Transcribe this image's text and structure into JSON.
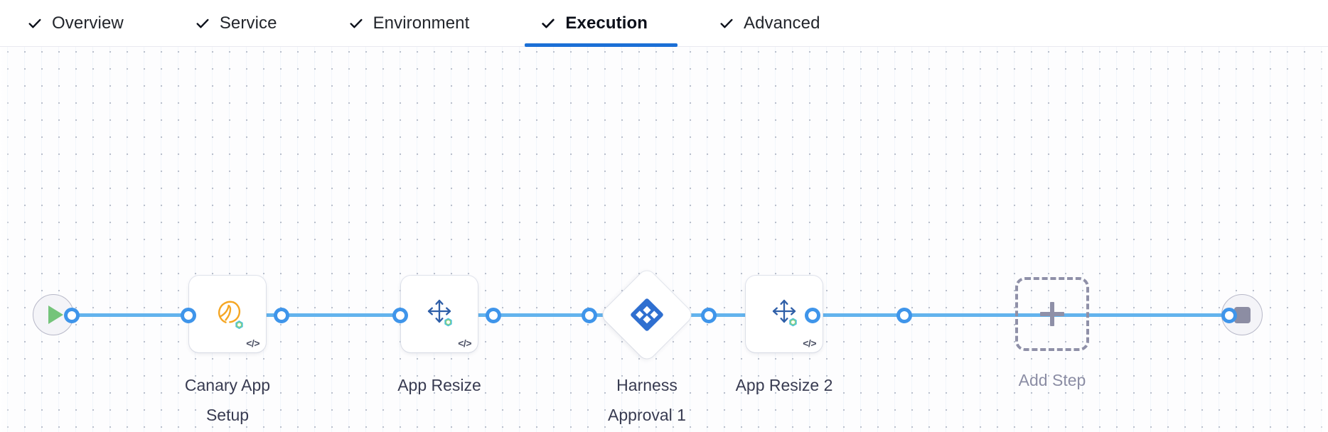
{
  "tabs": [
    {
      "label": "Overview",
      "icon": "check-icon",
      "active": false
    },
    {
      "label": "Service",
      "icon": "check-icon",
      "active": false
    },
    {
      "label": "Environment",
      "icon": "check-icon",
      "active": false
    },
    {
      "label": "Execution",
      "icon": "check-icon",
      "active": true
    },
    {
      "label": "Advanced",
      "icon": "check-icon",
      "active": false
    }
  ],
  "colors": {
    "accent_blue": "#1b6fd6",
    "pipe_blue": "#63b3ed",
    "dot_blue": "#3f95ea",
    "harness_blue": "#2f6fd0",
    "tanzu_orange": "#f5a623",
    "resize_navy": "#2f5fa8",
    "label_text": "#383b51",
    "muted_text": "#8b8da4",
    "dashed_border": "#8f90a8",
    "play_green": "#74c47a",
    "stop_gray": "#8c8da3"
  },
  "pipeline": {
    "start_node": {
      "name": "start-node",
      "icon": "play-icon"
    },
    "end_node": {
      "name": "end-node",
      "icon": "stop-icon"
    },
    "steps": [
      {
        "label": "Canary App\nSetup",
        "icon": "tanzu-app-icon",
        "type": "card",
        "code_badge": "</>",
        "has_code_badge": true
      },
      {
        "label": "App Resize",
        "icon": "resize-arrows-icon",
        "type": "card",
        "code_badge": "</>",
        "has_code_badge": true
      },
      {
        "label": "Harness\nApproval 1",
        "icon": "harness-logo-icon",
        "type": "diamond",
        "code_badge": "",
        "has_code_badge": false
      },
      {
        "label": "App Resize 2",
        "icon": "resize-arrows-icon",
        "type": "card",
        "code_badge": "</>",
        "has_code_badge": true
      },
      {
        "label": "Add Step",
        "icon": "plus-icon",
        "type": "add",
        "code_badge": "",
        "has_code_badge": false
      }
    ]
  }
}
